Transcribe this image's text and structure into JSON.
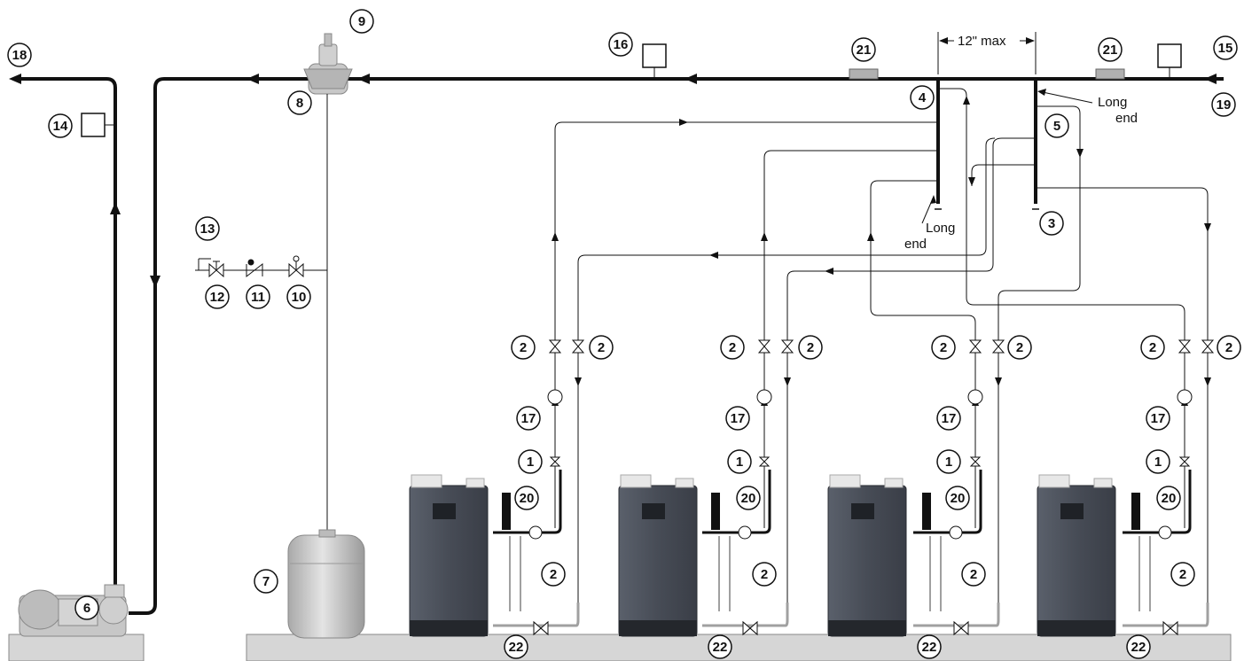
{
  "diagram": {
    "dimension_label": "12\" max",
    "long_end_label_1": "Long end",
    "long_end_label_2": "Long end",
    "callouts": [
      {
        "id": "c18",
        "label": "18"
      },
      {
        "id": "c9",
        "label": "9"
      },
      {
        "id": "c8",
        "label": "8"
      },
      {
        "id": "c16",
        "label": "16"
      },
      {
        "id": "c21a",
        "label": "21"
      },
      {
        "id": "c21b",
        "label": "21"
      },
      {
        "id": "c15",
        "label": "15"
      },
      {
        "id": "c19",
        "label": "19"
      },
      {
        "id": "c4",
        "label": "4"
      },
      {
        "id": "c5",
        "label": "5"
      },
      {
        "id": "c3",
        "label": "3"
      },
      {
        "id": "c14",
        "label": "14"
      },
      {
        "id": "c13",
        "label": "13"
      },
      {
        "id": "c12",
        "label": "12"
      },
      {
        "id": "c11",
        "label": "11"
      },
      {
        "id": "c10",
        "label": "10"
      },
      {
        "id": "c6",
        "label": "6"
      },
      {
        "id": "c7",
        "label": "7"
      },
      {
        "id": "c2_b1l",
        "label": "2"
      },
      {
        "id": "c2_b1r",
        "label": "2"
      },
      {
        "id": "c17_b1",
        "label": "17"
      },
      {
        "id": "c1_b1",
        "label": "1"
      },
      {
        "id": "c20_b1",
        "label": "20"
      },
      {
        "id": "c2_b1lo",
        "label": "2"
      },
      {
        "id": "c22_b1",
        "label": "22"
      },
      {
        "id": "c2_b2l",
        "label": "2"
      },
      {
        "id": "c2_b2r",
        "label": "2"
      },
      {
        "id": "c17_b2",
        "label": "17"
      },
      {
        "id": "c1_b2",
        "label": "1"
      },
      {
        "id": "c20_b2",
        "label": "20"
      },
      {
        "id": "c2_b2lo",
        "label": "2"
      },
      {
        "id": "c22_b2",
        "label": "22"
      },
      {
        "id": "c2_b3l",
        "label": "2"
      },
      {
        "id": "c2_b3r",
        "label": "2"
      },
      {
        "id": "c17_b3",
        "label": "17"
      },
      {
        "id": "c1_b3",
        "label": "1"
      },
      {
        "id": "c20_b3",
        "label": "20"
      },
      {
        "id": "c2_b3lo",
        "label": "2"
      },
      {
        "id": "c22_b3",
        "label": "22"
      },
      {
        "id": "c2_b4l",
        "label": "2"
      },
      {
        "id": "c2_b4r",
        "label": "2"
      },
      {
        "id": "c17_b4",
        "label": "17"
      },
      {
        "id": "c1_b4",
        "label": "1"
      },
      {
        "id": "c20_b4",
        "label": "20"
      },
      {
        "id": "c2_b4lo",
        "label": "2"
      },
      {
        "id": "c22_b4",
        "label": "22"
      }
    ],
    "colors": {
      "pipe_main": "#111111",
      "pipe_thin": "#1a1a1a",
      "boiler_body": "#4a4f5a",
      "boiler_dark": "#2a2d33",
      "base_plate": "#d3d3d3",
      "tank": "#c9c9c9",
      "sensor_box": "#ffffff",
      "sensor_21": "#b3b3b3"
    }
  }
}
